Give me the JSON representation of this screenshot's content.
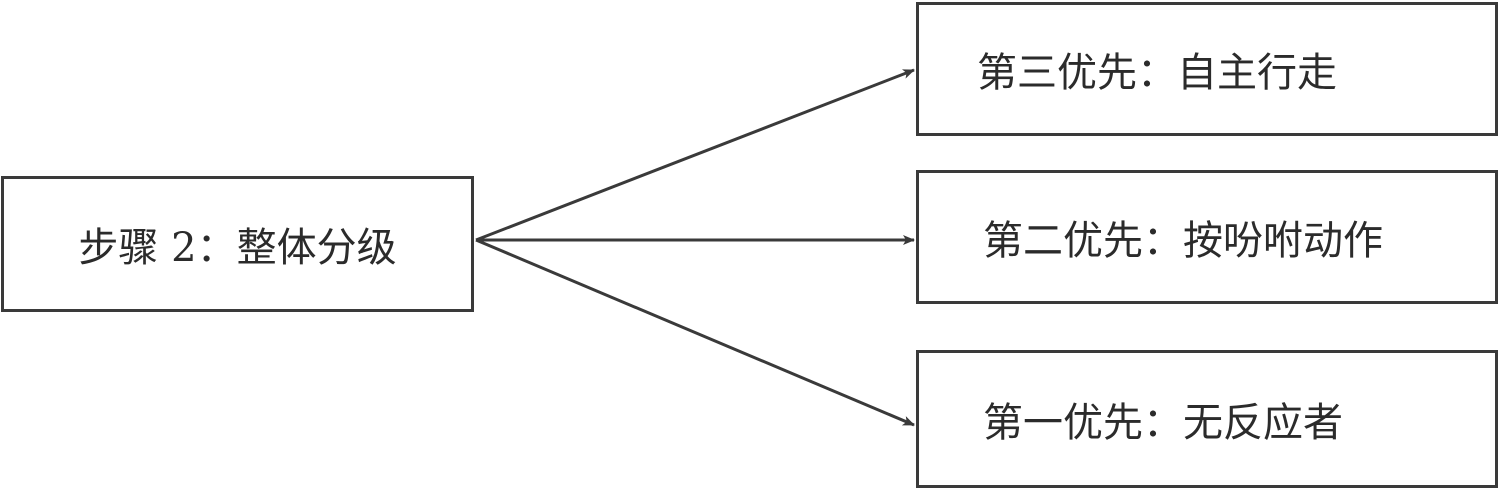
{
  "diagram": {
    "source": {
      "label": "步骤 2：整体分级"
    },
    "targets": [
      {
        "label": "第三优先：自主行走"
      },
      {
        "label": "第二优先：按吩咐动作"
      },
      {
        "label": "第一优先：无反应者"
      }
    ]
  },
  "colors": {
    "line": "#3a3a3a",
    "text": "#2b2b2b",
    "background": "#ffffff"
  }
}
